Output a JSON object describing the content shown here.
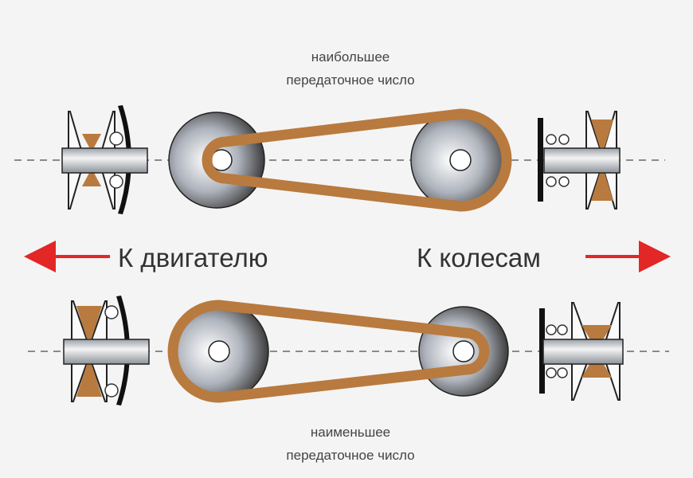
{
  "top_caption": {
    "line1": "наибольшее",
    "line2": "передаточное число"
  },
  "bottom_caption": {
    "line1": "наименьшее",
    "line2": "передаточное число"
  },
  "left_direction": "К двигателю",
  "right_direction": "К колесам",
  "colors": {
    "belt": "#b87a3e",
    "arrow": "#e32626",
    "background": "#f4f4f4"
  }
}
